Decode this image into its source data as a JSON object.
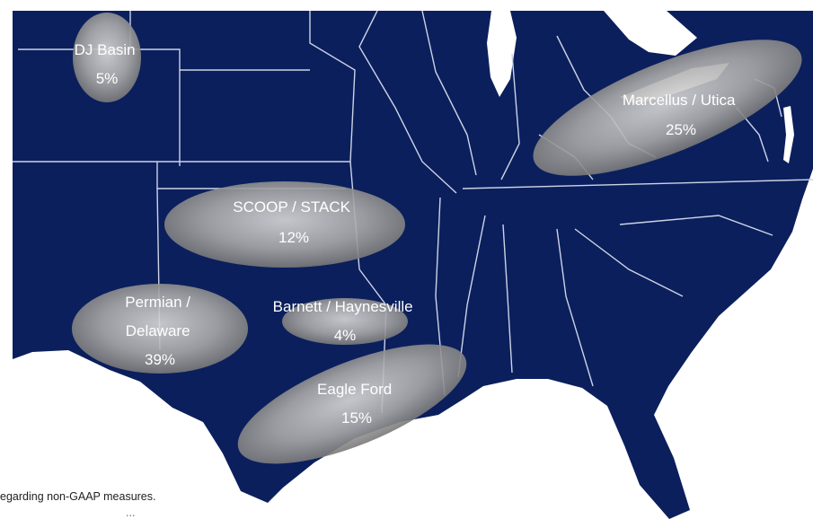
{
  "map": {
    "background_color": "#ffffff",
    "land_color": "#0b1f5c",
    "border_color": "#cdd3e6",
    "regions": [
      {
        "id": "dj-basin",
        "lines": [
          "DJ Basin",
          "5%"
        ]
      },
      {
        "id": "marcellus-utica",
        "lines": [
          "Marcellus / Utica",
          "25%"
        ]
      },
      {
        "id": "scoop-stack",
        "lines": [
          "SCOOP / STACK",
          "12%"
        ]
      },
      {
        "id": "permian-delaware",
        "lines": [
          "Permian /",
          "Delaware",
          "39%"
        ]
      },
      {
        "id": "barnett-haynesville",
        "lines": [
          "Barnett / Haynesville",
          "4%"
        ]
      },
      {
        "id": "eagle-ford",
        "lines": [
          "Eagle Ford",
          "15%"
        ]
      }
    ]
  },
  "footnote": {
    "line1": "egarding non-GAAP measures.",
    "line2": "..."
  }
}
